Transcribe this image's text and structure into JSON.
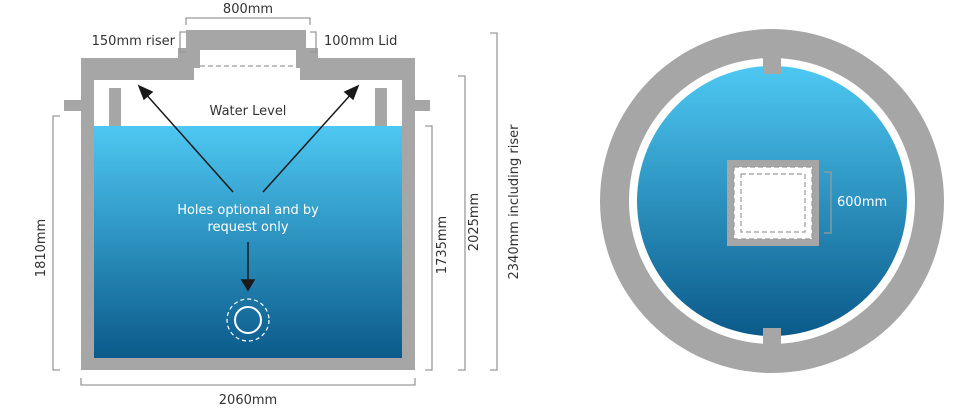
{
  "labels": {
    "width_top": "800mm",
    "riser": "150mm riser",
    "lid": "100mm Lid",
    "water_level": "Water Level",
    "holes_line1": "Holes optional and by",
    "holes_line2": "request only",
    "height_left": "1810mm",
    "height_inner": "1735mm",
    "height_body": "2025mm",
    "height_total": "2340mm including riser",
    "width_bottom": "2060mm",
    "opening_right": "600mm"
  },
  "colors": {
    "tank_wall": "#a6a6a6",
    "water_top": "#4dc8f2",
    "water_bottom": "#0b5a8a",
    "dimension_line": "#9a9a9a",
    "text": "#333333"
  }
}
